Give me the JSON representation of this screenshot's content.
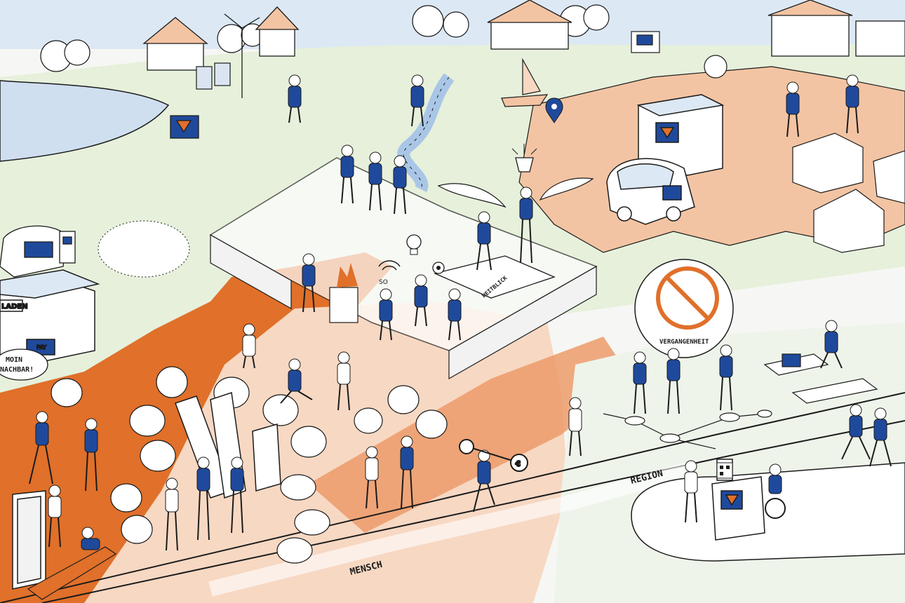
{
  "scene": {
    "sign_laden": "LADEN",
    "sign_pay": "PAY",
    "bubble_moin": "MOIN",
    "bubble_nachbar": "NACHBAR!",
    "puzzle_label": "WEITBLICK",
    "bubble_vergangenheit": "VERGANGENHEIT",
    "path_label_region": "REGION",
    "path_label_mensch": "MENSCH",
    "coin_label": "€",
    "sign_so": "SO"
  },
  "colors": {
    "brand_blue": "#1f4a9c",
    "brand_orange": "#e0702a",
    "light_orange": "#f7d8c3",
    "mid_orange": "#ec9b6a",
    "meadow_green": "#e4efd8",
    "sky_blue": "#bcd3ec",
    "river_blue": "#a9c6e6",
    "ink": "#1b1b1b"
  }
}
